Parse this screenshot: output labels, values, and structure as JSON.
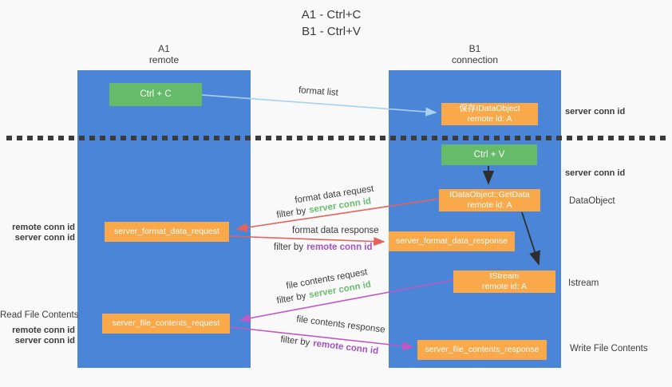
{
  "title": {
    "line1": "A1 - Ctrl+C",
    "line2": "B1 - Ctrl+V"
  },
  "lanes": {
    "a1": {
      "title": "A1",
      "subtitle": "remote"
    },
    "b1": {
      "title": "B1",
      "subtitle": "connection"
    }
  },
  "nodes": {
    "ctrl_c": "Ctrl + C",
    "ctrl_v": "Ctrl + V",
    "save_dataobject_line1": "保存IDataObject",
    "save_dataobject_line2": "remote id: A",
    "getdata_line1": "IDataObject::GetData",
    "getdata_line2": "remote id: A",
    "istream_line1": "IStream",
    "istream_line2": "remote id: A",
    "format_request": "server_format_data_request",
    "format_response": "server_format_data_response",
    "file_request": "server_file_contents_request",
    "file_response": "server_file_contents_response"
  },
  "annotations": {
    "format_list": "format list",
    "format_data_request": "format data request",
    "format_data_response": "format data response",
    "file_contents_request": "file contents request",
    "file_contents_response": "file contents response",
    "filter_by": "filter by",
    "server_conn_id": "server conn id",
    "remote_conn_id": "remote conn id"
  },
  "side_labels": {
    "read_file_contents": "Read File Contents",
    "write_file_contents": "Write File Contents",
    "dataobject": "DataObject",
    "istream": "Istream",
    "server_conn_id": "server conn id",
    "remote_conn_id": "remote conn id"
  },
  "colors": {
    "lane_blue": "#4a85d8",
    "node_green": "#66bb6a",
    "node_orange": "#f9a84a",
    "arrow_lightblue": "#a8d2f0",
    "arrow_red": "#e5625b",
    "arrow_magenta": "#bf58c3",
    "arrow_black": "#2e2e2e",
    "text_green": "#6abd6e",
    "text_purple": "#a551c5",
    "divider_dark": "#3b3b3b"
  }
}
